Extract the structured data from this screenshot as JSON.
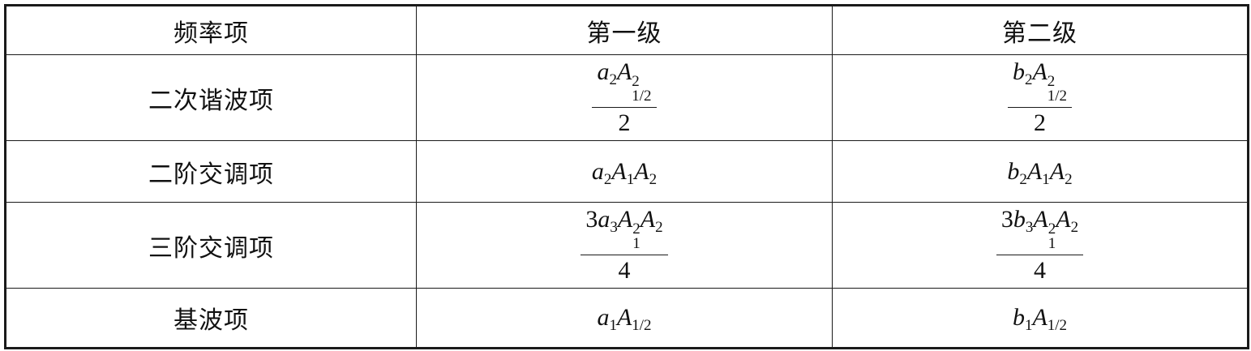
{
  "table": {
    "headers": [
      "频率项",
      "第一级",
      "第二级"
    ],
    "rows": [
      {
        "label": "二次谐波项",
        "stage1": {
          "coef": "a",
          "coef_sub": "2",
          "var": "A",
          "var_sup": "2",
          "var_sub": "1/2",
          "denominator": "2"
        },
        "stage2": {
          "coef": "b",
          "coef_sub": "2",
          "var": "A",
          "var_sup": "2",
          "var_sub": "1/2",
          "denominator": "2"
        }
      },
      {
        "label": "二阶交调项",
        "stage1": {
          "coef": "a",
          "coef_sub": "2",
          "var1": "A",
          "var1_sub": "1",
          "var2": "A",
          "var2_sub": "2"
        },
        "stage2": {
          "coef": "b",
          "coef_sub": "2",
          "var1": "A",
          "var1_sub": "1",
          "var2": "A",
          "var2_sub": "2"
        }
      },
      {
        "label": "三阶交调项",
        "stage1": {
          "factor": "3",
          "coef": "a",
          "coef_sub": "3",
          "var1": "A",
          "var1_sup": "2",
          "var1_sub": "1",
          "var2": "A",
          "var2_sub": "2",
          "denominator": "4"
        },
        "stage2": {
          "factor": "3",
          "coef": "b",
          "coef_sub": "3",
          "var1": "A",
          "var1_sup": "2",
          "var1_sub": "1",
          "var2": "A",
          "var2_sub": "2",
          "denominator": "4"
        }
      },
      {
        "label": "基波项",
        "stage1": {
          "coef": "a",
          "coef_sub": "1",
          "var": "A",
          "var_sub": "1/2"
        },
        "stage2": {
          "coef": "b",
          "coef_sub": "1",
          "var": "A",
          "var_sub": "1/2"
        }
      }
    ]
  }
}
